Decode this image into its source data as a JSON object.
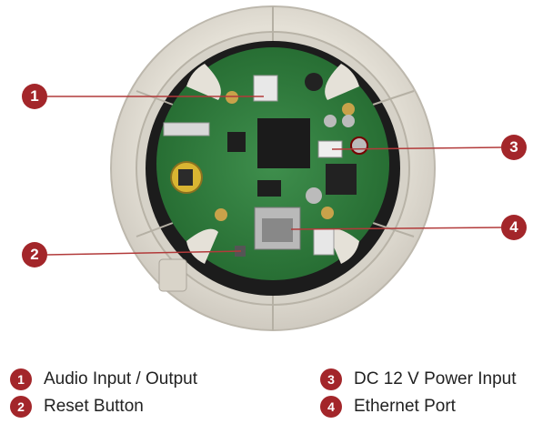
{
  "callouts": [
    {
      "number": "1"
    },
    {
      "number": "2"
    },
    {
      "number": "3"
    },
    {
      "number": "4"
    }
  ],
  "legend": [
    {
      "number": "1",
      "label": "Audio Input / Output"
    },
    {
      "number": "2",
      "label": "Reset Button"
    },
    {
      "number": "3",
      "label": "DC 12 V Power Input"
    },
    {
      "number": "4",
      "label": "Ethernet Port"
    }
  ],
  "colors": {
    "accent": "#a3262a",
    "pcb": "#2e7a3c"
  }
}
